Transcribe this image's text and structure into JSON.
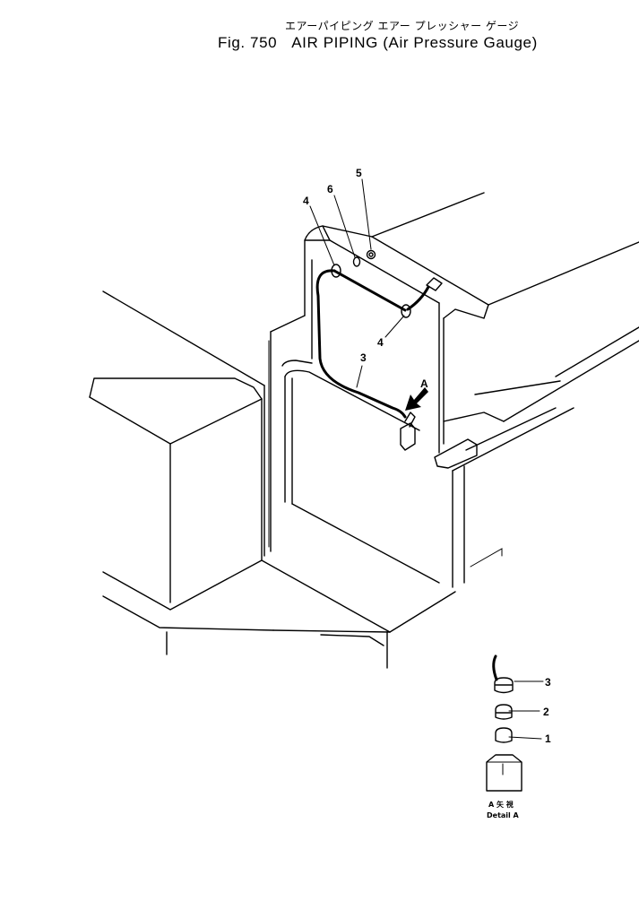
{
  "figure": {
    "title_jp": "エアーパイピング エアー プレッシャー ゲージ",
    "fig_number": "Fig. 750",
    "title_en": "AIR PIPING (Air Pressure Gauge)"
  },
  "callouts": {
    "main": [
      "5",
      "6",
      "4",
      "4",
      "3"
    ],
    "view_arrow": "A",
    "detail": [
      "3",
      "2",
      "1"
    ]
  },
  "detail_caption": {
    "jp": "A 矢 視",
    "en": "Detail A"
  }
}
